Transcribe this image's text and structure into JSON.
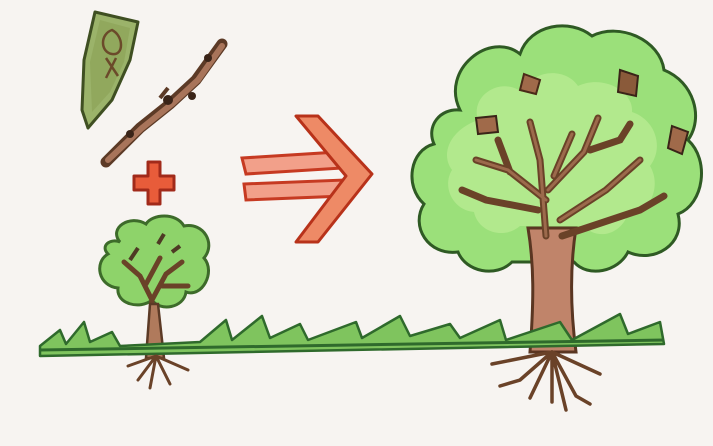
{
  "scene": {
    "kind": "colored-pencil drawing",
    "elements": [
      {
        "name": "graft-scion-leaf",
        "icon": "leaf-icon"
      },
      {
        "name": "graft-twig",
        "icon": "twig-icon"
      },
      {
        "name": "plus-sign",
        "icon": "plus-icon"
      },
      {
        "name": "small-tree",
        "icon": "sapling-icon"
      },
      {
        "name": "result-arrow",
        "icon": "double-arrow-icon"
      },
      {
        "name": "large-tree",
        "icon": "tree-icon"
      },
      {
        "name": "grass-ground",
        "icon": "grass-icon"
      }
    ],
    "colors": {
      "paper": "#f7f4f1",
      "leaf_fill": "#9bb36a",
      "leaf_dark": "#4e6a2c",
      "twig": "#8b5a3a",
      "plus": "#e04a2a",
      "arrow": "#e86a45",
      "foliage": "#8ed36a",
      "foliage_edge": "#3d6b2a",
      "trunk": "#b97a5c",
      "grass": "#3a7a34",
      "roots": "#6a4228"
    }
  }
}
